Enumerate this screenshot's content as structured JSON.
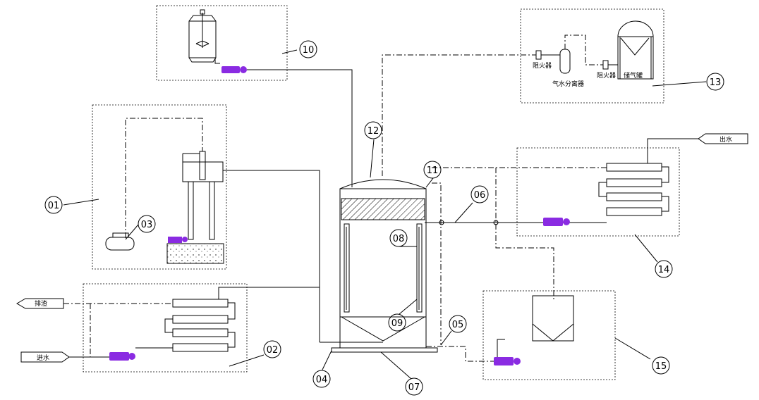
{
  "callouts": [
    {
      "id": "01",
      "text": "01"
    },
    {
      "id": "02",
      "text": "02"
    },
    {
      "id": "03",
      "text": "03"
    },
    {
      "id": "04",
      "text": "04"
    },
    {
      "id": "05",
      "text": "05"
    },
    {
      "id": "06",
      "text": "06"
    },
    {
      "id": "07",
      "text": "07"
    },
    {
      "id": "08",
      "text": "08"
    },
    {
      "id": "09",
      "text": "09"
    },
    {
      "id": "10",
      "text": "10"
    },
    {
      "id": "11",
      "text": "11"
    },
    {
      "id": "12",
      "text": "12"
    },
    {
      "id": "13",
      "text": "13"
    },
    {
      "id": "14",
      "text": "14"
    },
    {
      "id": "15",
      "text": "15"
    }
  ],
  "labels": {
    "discharge": "排渣",
    "water_in": "进水",
    "water_out": "出水",
    "flame_arrester_1": "阻火器",
    "gas_water_separator": "气水分离器",
    "flame_arrester_2": "阻火器",
    "gas_holder": "储气罐"
  },
  "colors": {
    "line": "#000000",
    "pump": "#8a2be2",
    "hatch": "#000000"
  }
}
